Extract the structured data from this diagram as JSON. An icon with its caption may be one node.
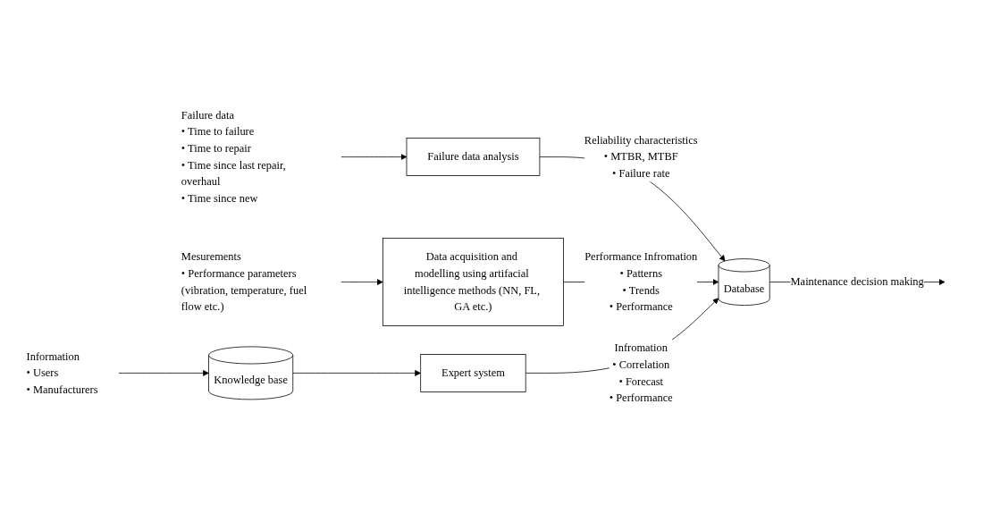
{
  "diagram": {
    "nodes": [
      {
        "text": [
          "Failure data",
          "• Time to failure",
          "• Time to repair",
          "• Time since last repair, overhaul",
          "• Time since new"
        ]
      },
      {
        "text": [
          "Failure data analysis"
        ]
      },
      {
        "text": [
          "Database"
        ]
      },
      {
        "text": [
          "Mesurements",
          "• Performance parameters (vibration, temperature, fuel flow etc.)"
        ]
      },
      {
        "text": [
          "Data acquisition and modelling using artifacial intelligence methods (NN, FL, GA etc.)"
        ]
      },
      {
        "text": [
          "Information",
          "• Users",
          "• Manufacturers"
        ]
      },
      {
        "text": [
          "Knowledge base"
        ]
      },
      {
        "text": [
          "Expert system"
        ]
      }
    ],
    "edges": [
      {
        "from": 0,
        "to": 1,
        "arrow": "to"
      },
      {
        "from": 1,
        "to": 2,
        "arrow": "to",
        "label": "Reliability characteristics • MTBR, MTBF • Failure rate"
      },
      {
        "from": 3,
        "to": 4,
        "arrow": "to"
      },
      {
        "from": 4,
        "to": 2,
        "arrow": "to",
        "label": "Performance Infromation • Patterns • Trends • Performance"
      },
      {
        "from": 5,
        "to": 6,
        "arrow": "to"
      },
      {
        "from": 6,
        "to": 7,
        "arrow": "to"
      },
      {
        "from": 7,
        "to": 2,
        "arrow": "to",
        "label": "Infromation • Correlation • Forecast • Performance"
      },
      {
        "from": 2,
        "to": null,
        "arrow": "to",
        "label": "Maintenance decision making"
      }
    ]
  }
}
